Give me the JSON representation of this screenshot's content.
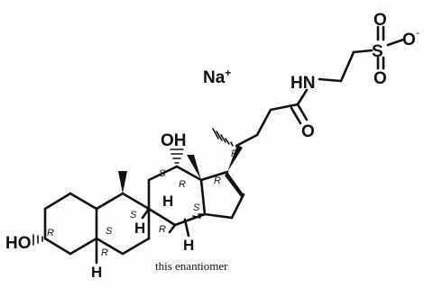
{
  "counterion": {
    "symbol": "Na",
    "charge": "+"
  },
  "groups": {
    "amide_nh": "HN",
    "amide_o": "O",
    "sulfur": "S",
    "sulfonate_o_top": "O",
    "sulfonate_o_right": "O",
    "sulfonate_charge": "-",
    "sulfonate_o_bottom": "O",
    "oh_top": "OH",
    "ho_bottom": "HO"
  },
  "hydrogens": [
    "H",
    "H",
    "H",
    "H"
  ],
  "stereo_labels": {
    "c20": "R",
    "c12": "S",
    "c13": "R",
    "c17": "R",
    "c10": "S",
    "c9": "S",
    "c8": "R",
    "c14": "S",
    "c3": "R",
    "c5": "R"
  },
  "caption": "this enantiomer"
}
